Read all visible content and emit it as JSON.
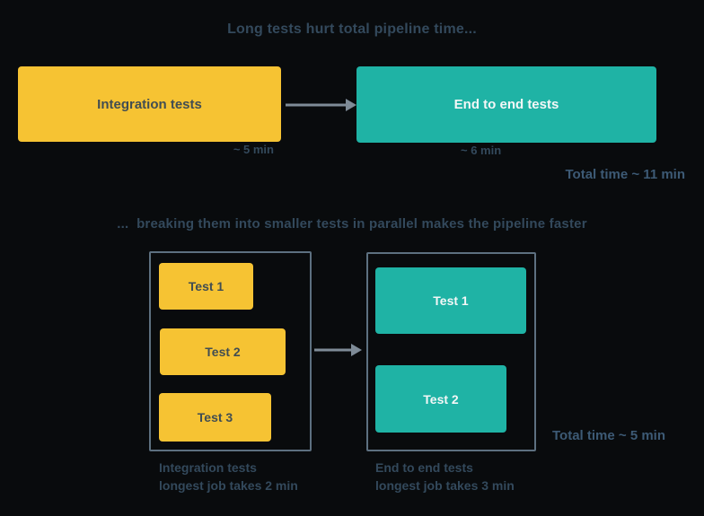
{
  "colors": {
    "background": "#090b0d",
    "yellow": "#f6c333",
    "teal": "#1fb3a5",
    "slate_text": "#33495c",
    "total_text": "#3d5a75",
    "arrow": "#7e8b97",
    "group_border": "#5d7080",
    "dark_on_yellow": "#414d52",
    "white_text": "#f4f7f7"
  },
  "top_section": {
    "title": "Long tests hurt total pipeline time...",
    "integration_box": {
      "label": "Integration tests",
      "duration": "~ 5 min"
    },
    "e2e_box": {
      "label": "End to end tests",
      "duration": "~ 6 min"
    },
    "total_time": "Total time ~ 11 min"
  },
  "bottom_section": {
    "subtitle": "...  breaking them into smaller tests in parallel makes the pipeline faster",
    "integration_group": {
      "tests": [
        "Test 1",
        "Test 2",
        "Test 3"
      ],
      "caption_line1": "Integration tests",
      "caption_line2": "longest job takes 2 min"
    },
    "e2e_group": {
      "tests": [
        "Test 1",
        "Test 2"
      ],
      "caption_line1": "End to end tests",
      "caption_line2": "longest job takes 3 min"
    },
    "total_time": "Total time ~ 5 min"
  }
}
